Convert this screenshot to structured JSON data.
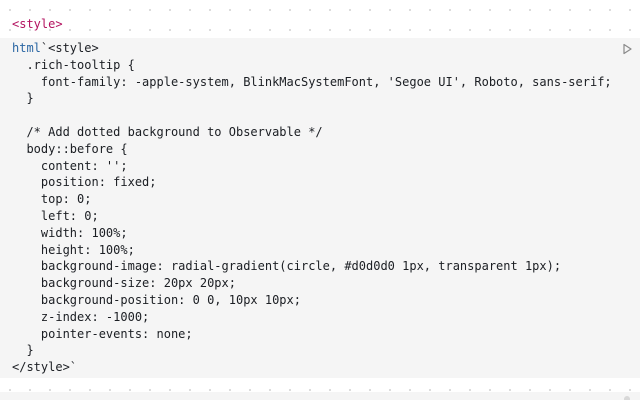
{
  "output": {
    "text": "<style>"
  },
  "cell": {
    "lines": [
      "html`<style>",
      "  .rich-tooltip {",
      "    font-family: -apple-system, BlinkMacSystemFont, 'Segoe UI', Roboto, sans-serif;",
      "  }",
      "",
      "  /* Add dotted background to Observable */",
      "  body::before {",
      "    content: '';",
      "    position: fixed;",
      "    top: 0;",
      "    left: 0;",
      "    width: 100%;",
      "    height: 100%;",
      "    background-image: radial-gradient(circle, #d0d0d0 1px, transparent 1px);",
      "    background-size: 20px 20px;",
      "    background-position: 0 0, 10px 10px;",
      "    z-index: -1000;",
      "    pointer-events: none;",
      "  }",
      "</style>`"
    ],
    "run_icon": "play-icon"
  },
  "colors": {
    "output_text": "#b3125f",
    "code_text": "#1b1e23",
    "tag_accent": "#2a66a3",
    "cell_bg": "#f5f5f5",
    "dot": "#d0d0d0"
  }
}
